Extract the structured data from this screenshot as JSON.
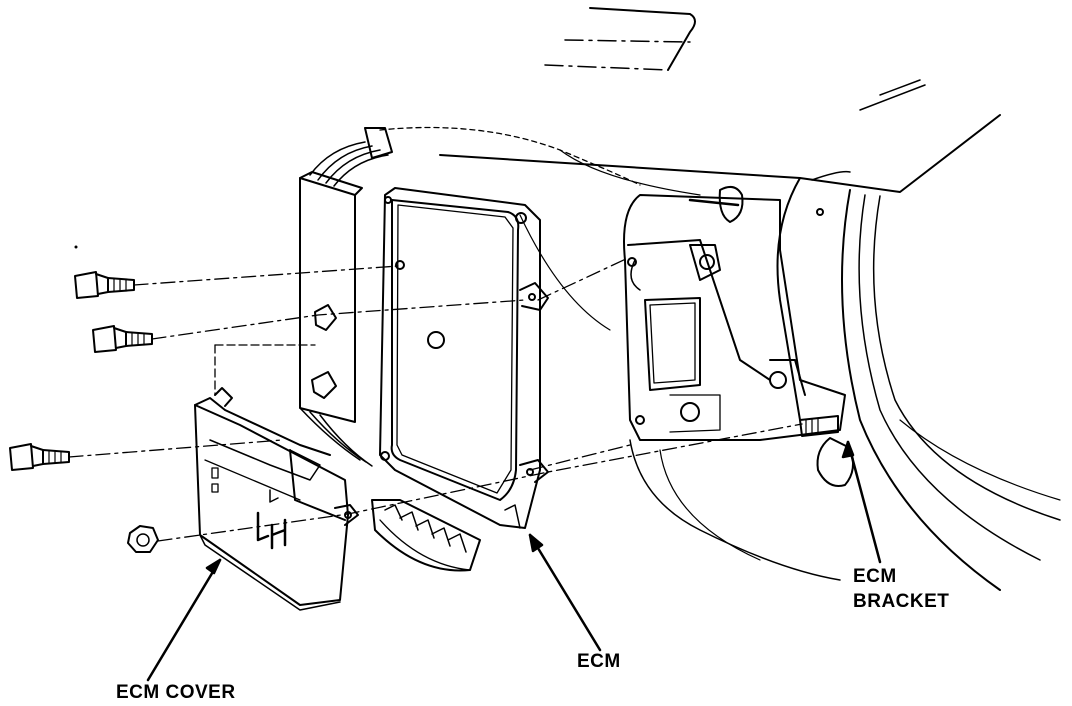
{
  "labels": {
    "ecm_cover": "ECM COVER",
    "ecm": "ECM",
    "ecm_bracket_line1": "ECM",
    "ecm_bracket_line2": "BRACKET"
  },
  "colors": {
    "line": "#000000",
    "background": "#ffffff"
  }
}
